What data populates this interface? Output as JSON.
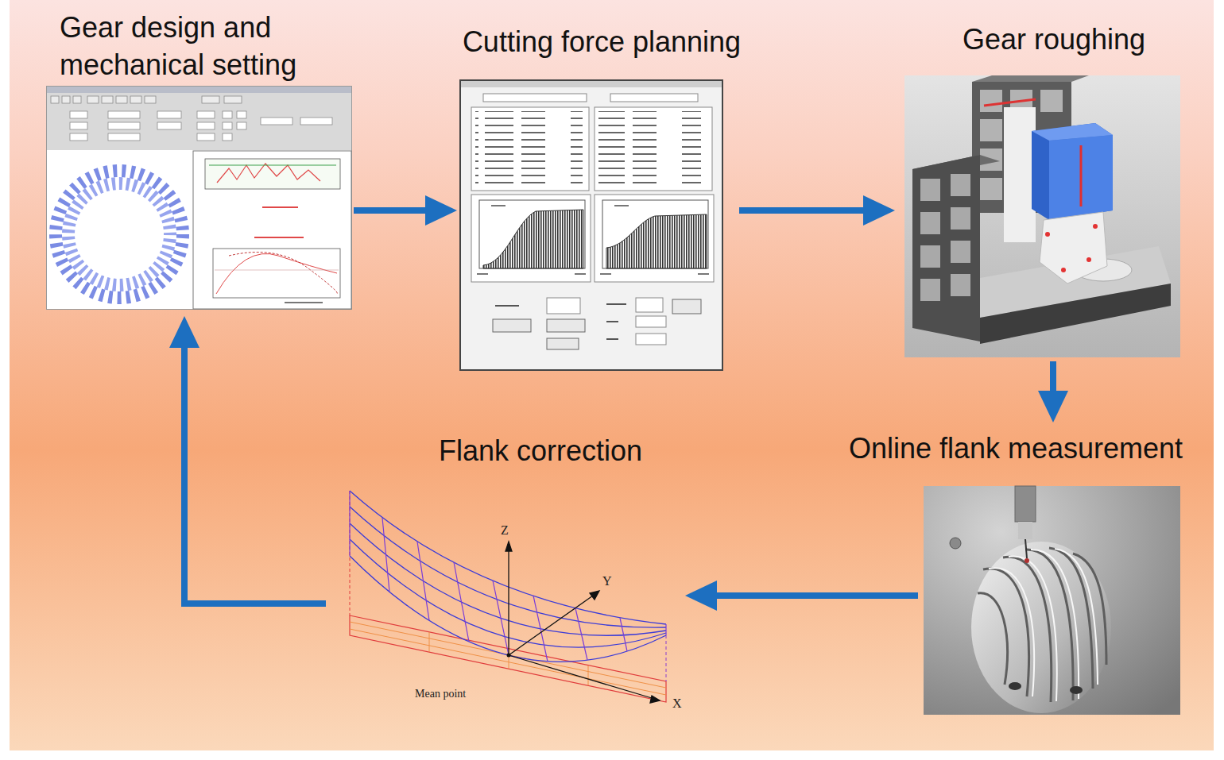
{
  "diagram": {
    "nodes": [
      {
        "text": [
          "Gear design and mechanical setting"
        ]
      },
      {
        "text": [
          "Cutting force planning"
        ]
      },
      {
        "text": [
          "Gear roughing"
        ]
      },
      {
        "text": [
          "Online flank measurement"
        ]
      },
      {
        "text": [
          "Flank correction"
        ]
      }
    ],
    "edges": [
      {
        "from": 0,
        "to": 1,
        "arrow": "to"
      },
      {
        "from": 1,
        "to": 2,
        "arrow": "to"
      },
      {
        "from": 2,
        "to": 3,
        "arrow": "to"
      },
      {
        "from": 3,
        "to": 4,
        "arrow": "to"
      },
      {
        "from": 4,
        "to": 0,
        "arrow": "to"
      }
    ],
    "labels": [
      "Z",
      "Y",
      "X",
      "Mean point"
    ]
  }
}
